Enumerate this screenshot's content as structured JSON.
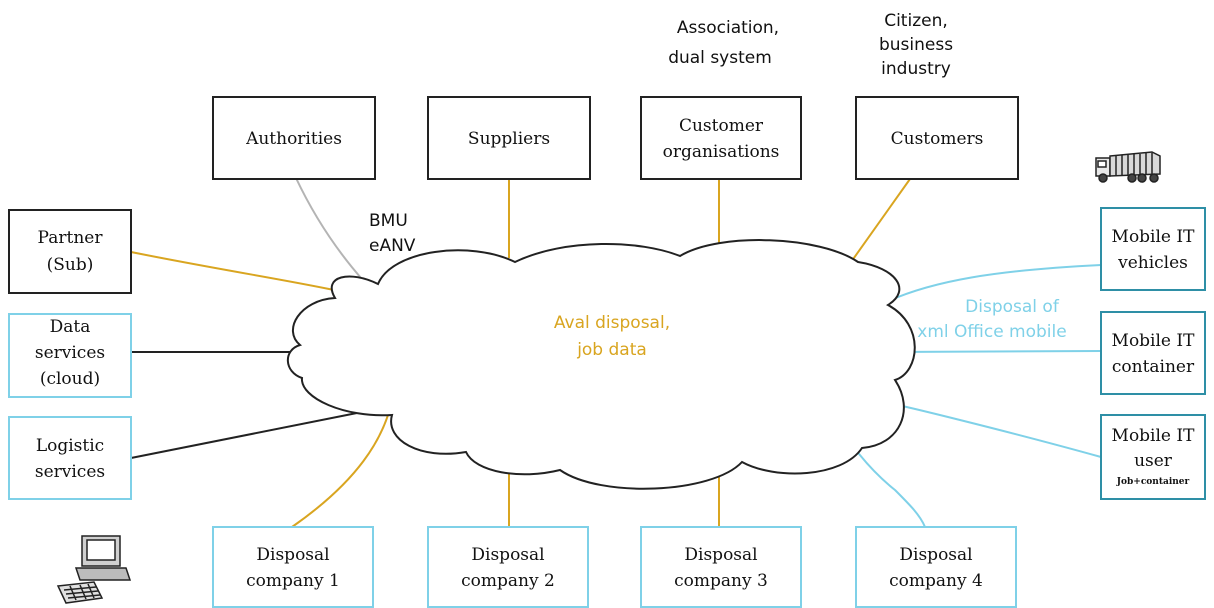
{
  "colors": {
    "black": "#222222",
    "gold": "#D9A520",
    "lightblue": "#7FD1E8",
    "gray": "#B4B4B4"
  },
  "nodes": {
    "authorities": {
      "lines": [
        "Authorities"
      ]
    },
    "suppliers": {
      "lines": [
        "Suppliers"
      ]
    },
    "customer_orgs": {
      "lines": [
        "Customer",
        "organisations"
      ]
    },
    "customers": {
      "lines": [
        "Customers"
      ]
    },
    "partner": {
      "lines": [
        "Partner",
        "(Sub)"
      ]
    },
    "data_services": {
      "lines": [
        "Data",
        "services",
        "(cloud)"
      ]
    },
    "logistic": {
      "lines": [
        "Logistic",
        "services"
      ]
    },
    "mobile_vehicles": {
      "lines": [
        "Mobile IT",
        "vehicles"
      ]
    },
    "mobile_container": {
      "lines": [
        "Mobile IT",
        "container"
      ]
    },
    "mobile_user": {
      "lines": [
        "Mobile IT",
        "user"
      ],
      "sub": "Job+container"
    },
    "disposal_1": {
      "lines": [
        "Disposal",
        "company 1"
      ]
    },
    "disposal_2": {
      "lines": [
        "Disposal",
        "company 2"
      ]
    },
    "disposal_3": {
      "lines": [
        "Disposal",
        "company 3"
      ]
    },
    "disposal_4": {
      "lines": [
        "Disposal",
        "company 4"
      ]
    }
  },
  "labels": {
    "association": [
      "Association,",
      "dual system"
    ],
    "citizen": [
      "Citizen,",
      "business",
      "industry"
    ],
    "bmu": [
      "BMU",
      "eANV"
    ],
    "aval": [
      "Aval disposal,",
      "job data"
    ],
    "xml_office": [
      "Disposal of",
      "xml Office mobile"
    ]
  },
  "icons": {
    "truck": "garbage-truck-icon",
    "computer": "computer-icon"
  }
}
